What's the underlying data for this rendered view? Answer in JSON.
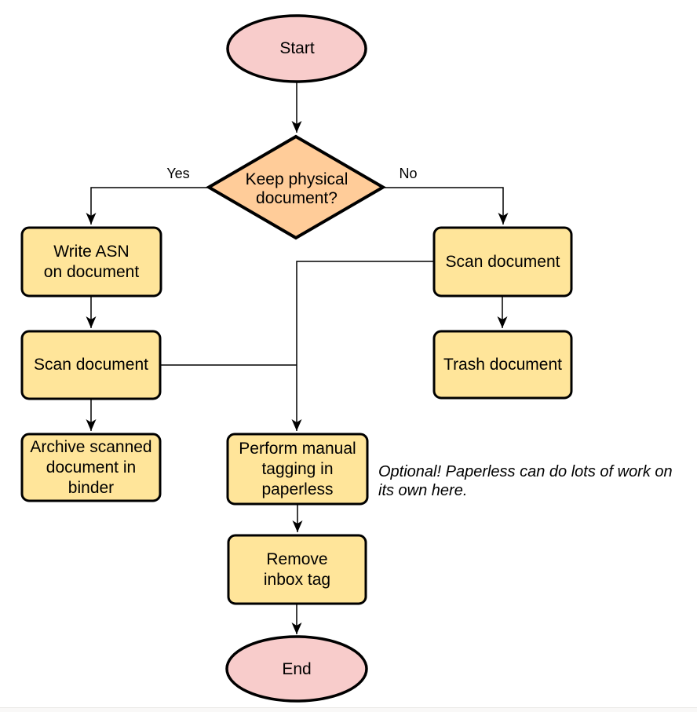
{
  "colors": {
    "terminal_fill": "#F8CCCB",
    "decision_fill": "#FFCC99",
    "process_fill": "#FFE59A",
    "stroke": "#000000",
    "background": "#FFFFFF"
  },
  "nodes": {
    "start": {
      "label": "Start",
      "type": "terminal"
    },
    "decision": {
      "label": "Keep physical\ndocument?",
      "type": "decision"
    },
    "write_asn": {
      "label": "Write ASN\non document",
      "type": "process"
    },
    "scan_left": {
      "label": "Scan document",
      "type": "process"
    },
    "archive": {
      "label": "Archive scanned\ndocument in\nbinder",
      "type": "process"
    },
    "scan_right": {
      "label": "Scan document",
      "type": "process"
    },
    "trash": {
      "label": "Trash document",
      "type": "process"
    },
    "tagging": {
      "label": "Perform manual\ntagging in\npaperless",
      "type": "process"
    },
    "remove_tag": {
      "label": "Remove\ninbox tag",
      "type": "process"
    },
    "end": {
      "label": "End",
      "type": "terminal"
    }
  },
  "edge_labels": {
    "yes": "Yes",
    "no": "No"
  },
  "note": {
    "text": "Optional! Paperless can do lots of work on\nits own here."
  }
}
